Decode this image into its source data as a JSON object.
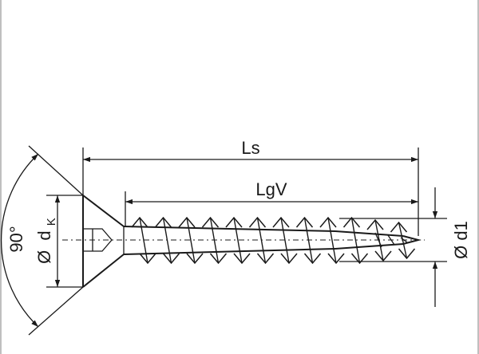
{
  "dimensions": {
    "overall_length": "Ls",
    "thread_length": "LgV",
    "head_angle": "90°",
    "head_diameter_symbol": "Ø",
    "head_diameter_var": "d",
    "head_diameter_sub": "K",
    "shank_diameter": "Ø d1"
  },
  "colors": {
    "line": "#1a1a1a",
    "background": "#ffffff",
    "frame": "#bfbfbf"
  }
}
